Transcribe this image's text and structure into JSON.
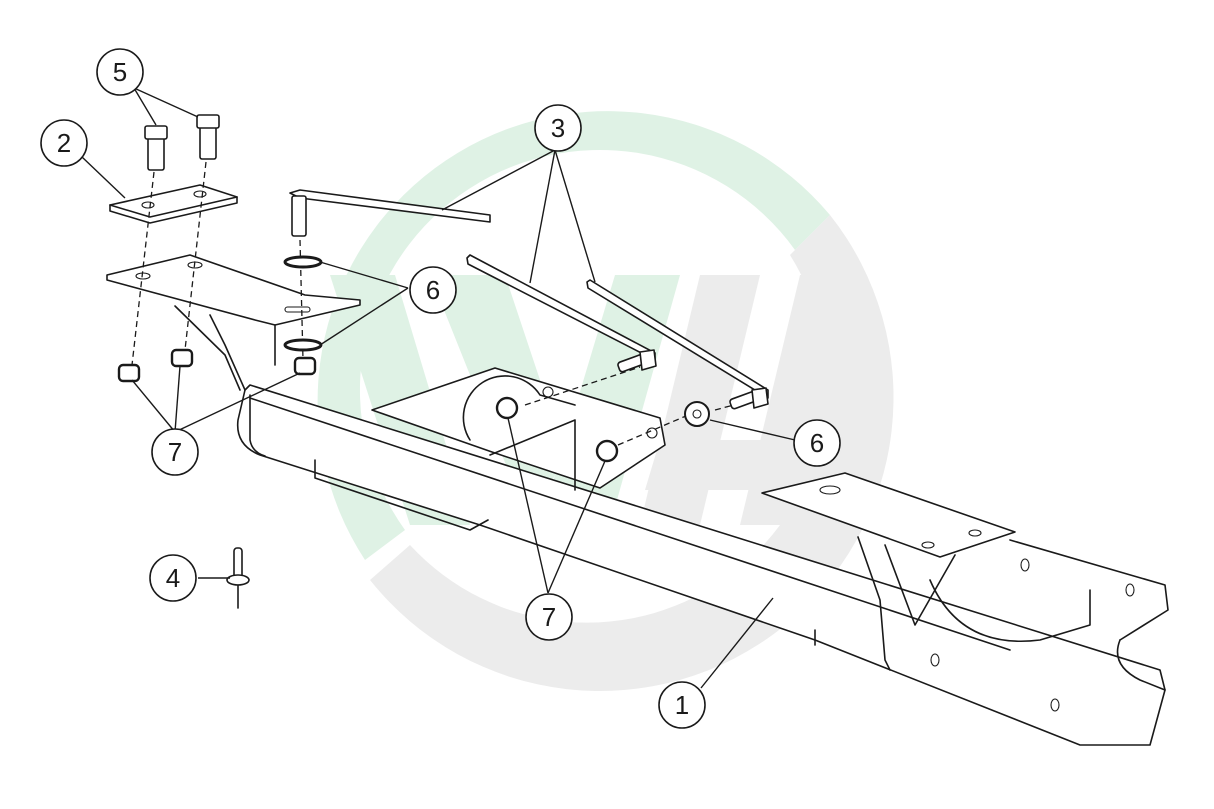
{
  "diagram": {
    "title": "Exploded parts diagram - frame rail assembly",
    "background_color": "#ffffff",
    "line_color": "#1a1a1a",
    "watermark": {
      "description": "circular WH logo watermark",
      "green_color": "#dff2e5",
      "grey_color": "#ececec"
    },
    "callouts": [
      {
        "id": "1",
        "label": "1",
        "part": "main-frame-rail"
      },
      {
        "id": "2",
        "label": "2",
        "part": "backing-plate"
      },
      {
        "id": "3",
        "label": "3",
        "part": "bracket-straps"
      },
      {
        "id": "4",
        "label": "4",
        "part": "rivet"
      },
      {
        "id": "5",
        "label": "5",
        "part": "hex-bolts"
      },
      {
        "id": "6a",
        "label": "6",
        "part": "washers-upper"
      },
      {
        "id": "6b",
        "label": "6",
        "part": "washer-right"
      },
      {
        "id": "7a",
        "label": "7",
        "part": "nuts-left"
      },
      {
        "id": "7b",
        "label": "7",
        "part": "nuts-center"
      }
    ]
  }
}
